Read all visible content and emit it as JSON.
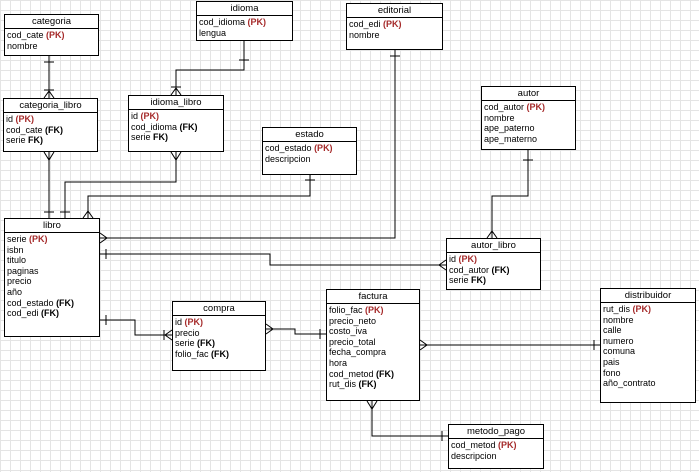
{
  "entities": [
    {
      "id": "categoria",
      "title": "categoria",
      "attrs": [
        {
          "name": "cod_cate",
          "key": "(PK)",
          "type": "pk"
        },
        {
          "name": "nombre",
          "key": "",
          "type": ""
        }
      ]
    },
    {
      "id": "idioma",
      "title": "idioma",
      "attrs": [
        {
          "name": "cod_idioma",
          "key": "(PK)",
          "type": "pk"
        },
        {
          "name": "lengua",
          "key": "",
          "type": ""
        }
      ]
    },
    {
      "id": "editorial",
      "title": "editorial",
      "attrs": [
        {
          "name": "cod_edi",
          "key": "(PK)",
          "type": "pk"
        },
        {
          "name": "nombre",
          "key": "",
          "type": ""
        }
      ]
    },
    {
      "id": "categoria_libro",
      "title": "categoria_libro",
      "attrs": [
        {
          "name": "id",
          "key": "(PK)",
          "type": "pk"
        },
        {
          "name": "cod_cate",
          "key": "(FK)",
          "type": "fk"
        },
        {
          "name": "serie",
          "key": "FK)",
          "type": "fk"
        }
      ]
    },
    {
      "id": "idioma_libro",
      "title": "idioma_libro",
      "attrs": [
        {
          "name": "id",
          "key": "(PK)",
          "type": "pk"
        },
        {
          "name": "cod_idioma",
          "key": "(FK)",
          "type": "fk"
        },
        {
          "name": "serie",
          "key": "FK)",
          "type": "fk"
        }
      ]
    },
    {
      "id": "estado",
      "title": "estado",
      "attrs": [
        {
          "name": "cod_estado",
          "key": "(PK)",
          "type": "pk"
        },
        {
          "name": "descripcion",
          "key": "",
          "type": ""
        }
      ]
    },
    {
      "id": "autor",
      "title": "autor",
      "attrs": [
        {
          "name": "cod_autor",
          "key": "(PK)",
          "type": "pk"
        },
        {
          "name": "nombre",
          "key": "",
          "type": ""
        },
        {
          "name": "ape_paterno",
          "key": "",
          "type": ""
        },
        {
          "name": "ape_materno",
          "key": "",
          "type": ""
        }
      ]
    },
    {
      "id": "libro",
      "title": "libro",
      "attrs": [
        {
          "name": "serie",
          "key": "(PK)",
          "type": "pk"
        },
        {
          "name": "isbn",
          "key": "",
          "type": ""
        },
        {
          "name": "titulo",
          "key": "",
          "type": ""
        },
        {
          "name": "paginas",
          "key": "",
          "type": ""
        },
        {
          "name": "precio",
          "key": "",
          "type": ""
        },
        {
          "name": "año",
          "key": "",
          "type": ""
        },
        {
          "name": "cod_estado",
          "key": "(FK)",
          "type": "fk"
        },
        {
          "name": "cod_edi",
          "key": "(FK)",
          "type": "fk"
        }
      ]
    },
    {
      "id": "autor_libro",
      "title": "autor_libro",
      "attrs": [
        {
          "name": "id",
          "key": "(PK)",
          "type": "pk"
        },
        {
          "name": "cod_autor",
          "key": "(FK)",
          "type": "fk"
        },
        {
          "name": "serie",
          "key": "FK)",
          "type": "fk"
        }
      ]
    },
    {
      "id": "compra",
      "title": "compra",
      "attrs": [
        {
          "name": "id",
          "key": "(PK)",
          "type": "pk"
        },
        {
          "name": "precio",
          "key": "",
          "type": ""
        },
        {
          "name": "serie",
          "key": "(FK)",
          "type": "fk"
        },
        {
          "name": "folio_fac",
          "key": "(FK)",
          "type": "fk"
        }
      ]
    },
    {
      "id": "factura",
      "title": "factura",
      "attrs": [
        {
          "name": "folio_fac",
          "key": "(PK)",
          "type": "pk"
        },
        {
          "name": "precio_neto",
          "key": "",
          "type": ""
        },
        {
          "name": "costo_iva",
          "key": "",
          "type": ""
        },
        {
          "name": "precio_total",
          "key": "",
          "type": ""
        },
        {
          "name": "fecha_compra",
          "key": "",
          "type": ""
        },
        {
          "name": "hora",
          "key": "",
          "type": ""
        },
        {
          "name": "cod_metod",
          "key": "(FK)",
          "type": "fk"
        },
        {
          "name": "rut_dis",
          "key": "(FK)",
          "type": "fk"
        }
      ]
    },
    {
      "id": "distribuidor",
      "title": "distribuidor",
      "attrs": [
        {
          "name": "rut_dis",
          "key": "(PK)",
          "type": "pk"
        },
        {
          "name": "nombre",
          "key": "",
          "type": ""
        },
        {
          "name": "calle",
          "key": "",
          "type": ""
        },
        {
          "name": "numero",
          "key": "",
          "type": ""
        },
        {
          "name": "comuna",
          "key": "",
          "type": ""
        },
        {
          "name": "pais",
          "key": "",
          "type": ""
        },
        {
          "name": "fono",
          "key": "",
          "type": ""
        },
        {
          "name": "año_contrato",
          "key": "",
          "type": ""
        }
      ]
    },
    {
      "id": "metodo_pago",
      "title": "metodo_pago",
      "attrs": [
        {
          "name": "cod_metod",
          "key": "(PK)",
          "type": "pk"
        },
        {
          "name": "descripcion",
          "key": "",
          "type": ""
        }
      ]
    }
  ]
}
